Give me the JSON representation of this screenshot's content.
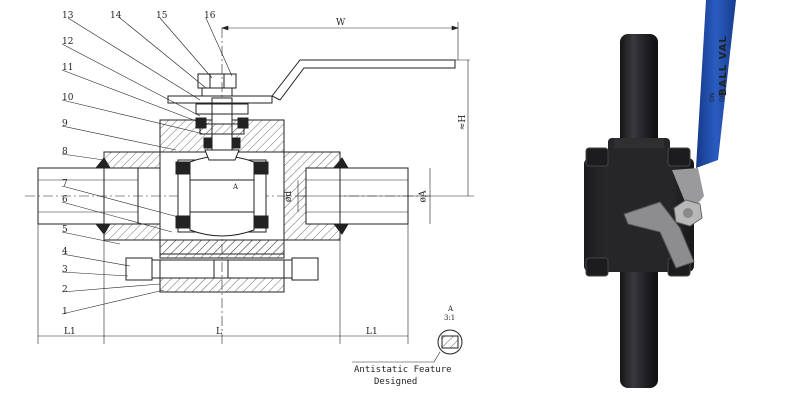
{
  "drawing": {
    "part_numbers": [
      "1",
      "2",
      "3",
      "4",
      "5",
      "6",
      "7",
      "8",
      "9",
      "10",
      "11",
      "12",
      "13",
      "14",
      "15",
      "16"
    ],
    "dimensions": {
      "width": "W",
      "height": "≈H",
      "bore": "ød",
      "outer_diameter": "øA",
      "length": "L",
      "end_left": "L1",
      "end_right": "L1"
    },
    "detail": {
      "label": "A",
      "scale": "3:1",
      "view_ref": "A"
    },
    "note": {
      "line1": "Antistatic Feature",
      "line2": "Designed"
    }
  },
  "photo": {
    "handle_text": "BALL VAL",
    "on_label": "ON",
    "off_label": "OFF",
    "colors": {
      "handle": "#1e4ea8",
      "body": "#2b2b2d",
      "nut": "#b8b8b8"
    }
  }
}
